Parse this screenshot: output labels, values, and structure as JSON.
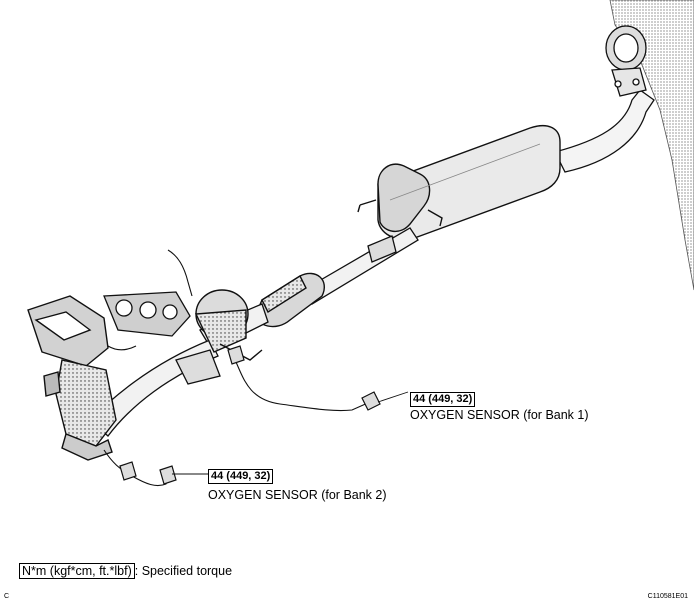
{
  "callouts": {
    "bank1": {
      "torque": "44 (449, 32)",
      "label": "OXYGEN SENSOR (for Bank 1)"
    },
    "bank2": {
      "torque": "44 (449, 32)",
      "label": "OXYGEN SENSOR (for Bank 2)"
    }
  },
  "legend": {
    "unit_box": "N*m (kgf*cm, ft.*lbf)",
    "description": ": Specified torque"
  },
  "corner_left": "C",
  "figure_code": "C110581E01"
}
